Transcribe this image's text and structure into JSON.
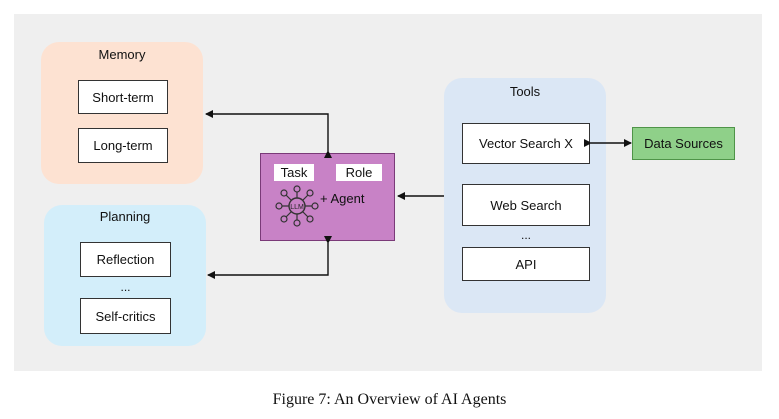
{
  "memory": {
    "title": "Memory",
    "items": [
      "Short-term",
      "Long-term"
    ]
  },
  "planning": {
    "title": "Planning",
    "items": [
      "Reflection",
      "Self-critics"
    ],
    "ellipsis": "..."
  },
  "agent": {
    "task_label": "Task",
    "role_label": "Role",
    "llm_label": "LLM",
    "agent_label": "+ Agent"
  },
  "tools": {
    "title": "Tools",
    "items": [
      "Vector Search X",
      "Web Search",
      "API"
    ],
    "ellipsis": "..."
  },
  "data_sources": {
    "label": "Data Sources"
  },
  "caption": "Figure 7: An Overview of AI Agents",
  "colors": {
    "memory_bg": "#fde2d2",
    "planning_bg": "#d3eefa",
    "tools_bg": "#dbe7f5",
    "agent_bg": "#c882c6",
    "data_sources_bg": "#8fd089"
  }
}
